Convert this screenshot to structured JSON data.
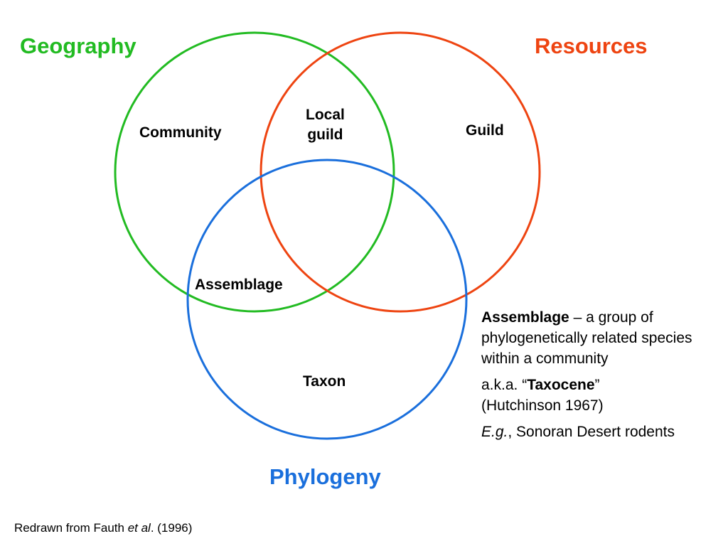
{
  "sets": {
    "geography": {
      "label": "Geography",
      "color": "#22bb22"
    },
    "resources": {
      "label": "Resources",
      "color": "#ee4411"
    },
    "phylogeny": {
      "label": "Phylogeny",
      "color": "#1a6fdc"
    }
  },
  "regions": {
    "community": "Community",
    "local_guild_line1": "Local",
    "local_guild_line2": "guild",
    "guild": "Guild",
    "assemblage": "Assemblage",
    "taxon": "Taxon"
  },
  "definition": {
    "term": "Assemblage",
    "description": " – a group of phylogenetically related species within a community",
    "aka_prefix": "a.k.a. “",
    "aka_term": "Taxocene",
    "aka_suffix": "”",
    "aka_citation": "(Hutchinson 1967)",
    "example_prefix": "E.g.",
    "example_text": ", Sonoran Desert rodents"
  },
  "credit": {
    "prefix": "Redrawn from Fauth ",
    "etal": "et al",
    "suffix": ". (1996)"
  }
}
